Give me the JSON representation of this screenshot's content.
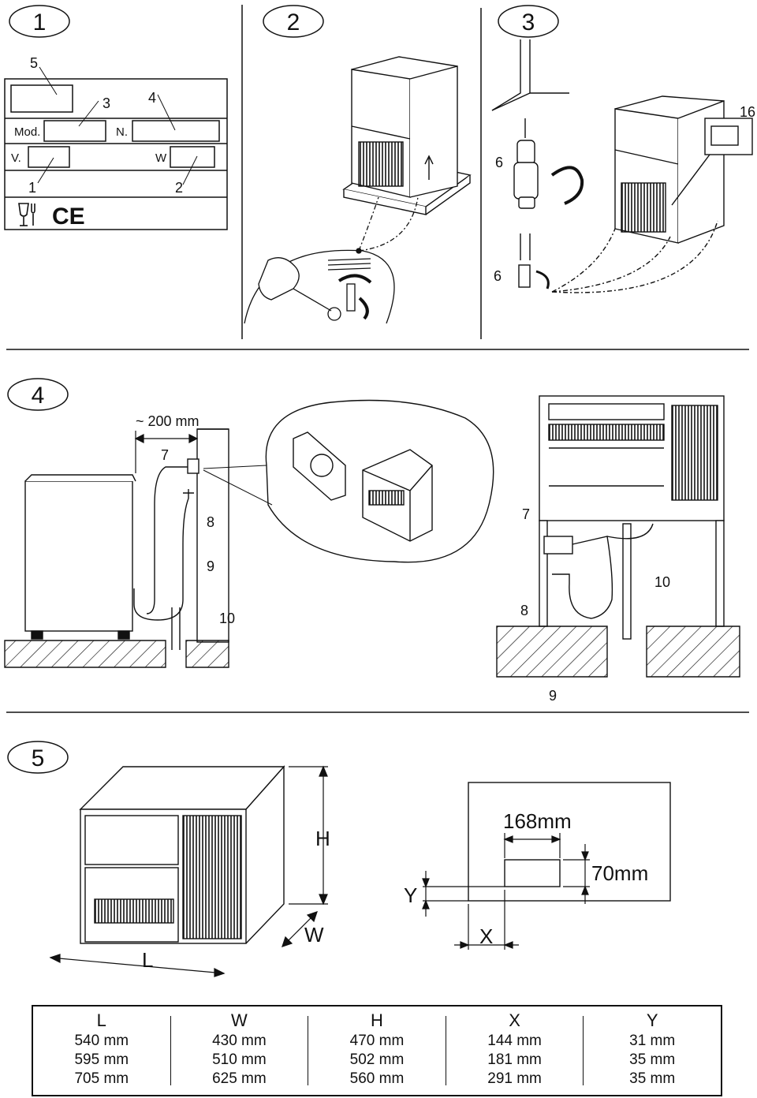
{
  "steps": [
    "1",
    "2",
    "3",
    "4",
    "5"
  ],
  "plate": {
    "callouts": [
      "5",
      "3",
      "4",
      "1",
      "2"
    ],
    "mod_label": "Mod.",
    "n_label": "N.",
    "v_label": "V.",
    "w_label": "W",
    "ce_mark": "CE",
    "food_icon": "glass-fork-icon"
  },
  "step3": {
    "callout_6a": "6",
    "callout_6b": "6",
    "callout_16": "16"
  },
  "step4": {
    "distance": "~ 200 mm",
    "left": {
      "c7": "7",
      "c8": "8",
      "c9": "9",
      "c10": "10"
    },
    "right": {
      "c7": "7",
      "c8": "8",
      "c9": "9",
      "c10": "10"
    }
  },
  "step5": {
    "dim_H": "H",
    "dim_W": "W",
    "dim_L": "L",
    "dim_Y": "Y",
    "dim_X": "X",
    "cutout_w": "168mm",
    "cutout_h": "70mm"
  },
  "table": {
    "headers": [
      "L",
      "W",
      "H",
      "X",
      "Y"
    ],
    "rows": [
      [
        "540 mm",
        "430 mm",
        "470 mm",
        "144 mm",
        "31 mm"
      ],
      [
        "595 mm",
        "510 mm",
        "502 mm",
        "181 mm",
        "35 mm"
      ],
      [
        "705 mm",
        "625 mm",
        "560 mm",
        "291 mm",
        "35 mm"
      ]
    ]
  }
}
